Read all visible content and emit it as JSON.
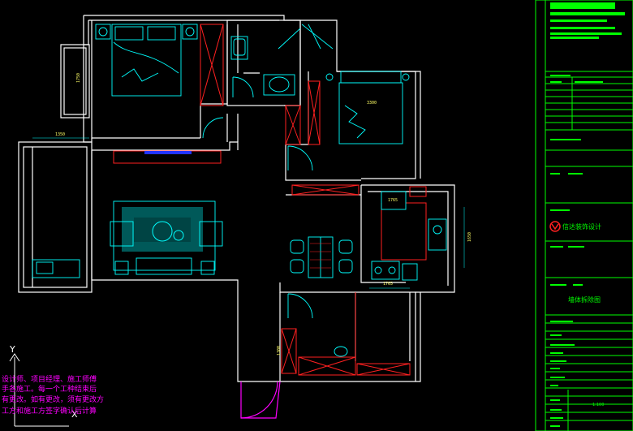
{
  "drawing": {
    "dimensions": {
      "bedroom_left": "1750",
      "top_left_span": "1350",
      "bedroom_right": "3300",
      "kitchen_a": "1765",
      "kitchen_b": "1765",
      "kitchen_right": "1650",
      "bath": "1300"
    }
  },
  "title_block": {
    "company_name": "信达装饰设计",
    "drawing_name": "墙体拆除图",
    "scale": "1:100"
  },
  "notes": {
    "lines": [
      "设计师、项目经理、施工师傅",
      "手各施工。每一个工种结束后",
      "有更改。如有更改，须有更改方",
      "工方和施工方签字确认后计算"
    ]
  },
  "ucs": {
    "x_label": "X",
    "y_label": "Y"
  },
  "colors": {
    "wall": "#ffffff",
    "furniture": "#00ffff",
    "demolition": "#ff2020",
    "title_block": "#00ff00",
    "notes": "#ff00ff",
    "door_swing": "#00ffff"
  }
}
